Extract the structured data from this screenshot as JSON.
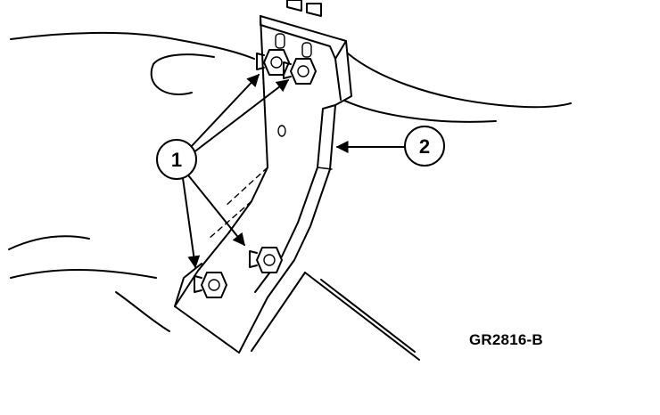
{
  "callouts": [
    {
      "label": "1",
      "target": "nuts"
    },
    {
      "label": "2",
      "target": "bracket"
    }
  ],
  "figure_code": "GR2816-B",
  "colors": {
    "ink": "#000000",
    "paper": "#ffffff"
  }
}
